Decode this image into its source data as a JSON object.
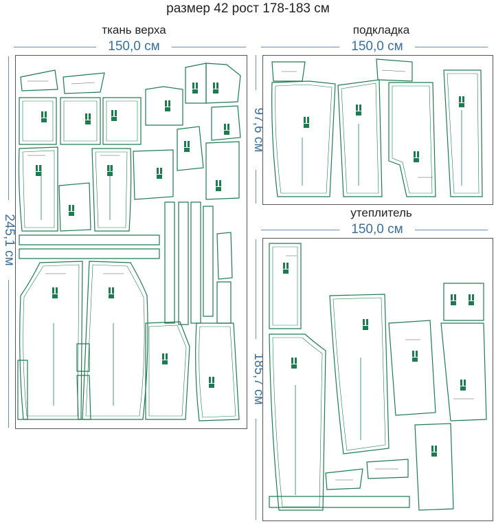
{
  "title": "размер 42 рост 178-183 см",
  "sections": {
    "outer": {
      "label": "ткань верха",
      "width": "150,0 см",
      "height": "245,1 см"
    },
    "lining": {
      "label": "подкладка",
      "width": "150,0 см",
      "height": "97,6 см"
    },
    "insulation": {
      "label": "утеплитель",
      "width": "150,0 см",
      "height": "185,7 см"
    }
  },
  "colors": {
    "outline": "#1f7a52",
    "dimension": "#3a6f9a",
    "border": "#555555"
  }
}
